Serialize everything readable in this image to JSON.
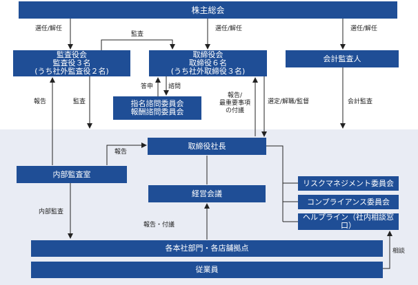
{
  "nodes": {
    "shareholders": "株主総会",
    "audit_board": [
      "監査役会",
      "監査役３名",
      "(うち社外監査役２名)"
    ],
    "board": [
      "取締役会",
      "取締役６名",
      "(うち社外取締役３名)"
    ],
    "accounting_auditor": "会計監査人",
    "nomination_committee": [
      "指名諮問委員会",
      "報酬諮問委員会"
    ],
    "president": "取締役社長",
    "internal_audit": "内部監査室",
    "management_meeting": "経営会議",
    "risk_committee": "リスクマネジメント委員会",
    "compliance_committee": "コンプライアンス委員会",
    "helpline": "ヘルプライン（社内相談窓口）",
    "departments": "各本社部門・各店舗拠点",
    "employees": "従業員"
  },
  "labels": {
    "elect_dismiss_1": "選任/解任",
    "elect_dismiss_2": "選任/解任",
    "elect_dismiss_3": "選任/解任",
    "audit_top": "監査",
    "report_left": "報告",
    "audit_left": "監査",
    "consult": "答申",
    "inquiry": "諮問",
    "report_important": [
      "報告/",
      "最重要事項",
      "の付議"
    ],
    "appoint_supervise": "選定/解職/監督",
    "accounting_audit": "会計監査",
    "report_internal": "報告",
    "internal_audit_label": "内部監査",
    "report_submit": "報告・付議",
    "consultation": "相談"
  }
}
